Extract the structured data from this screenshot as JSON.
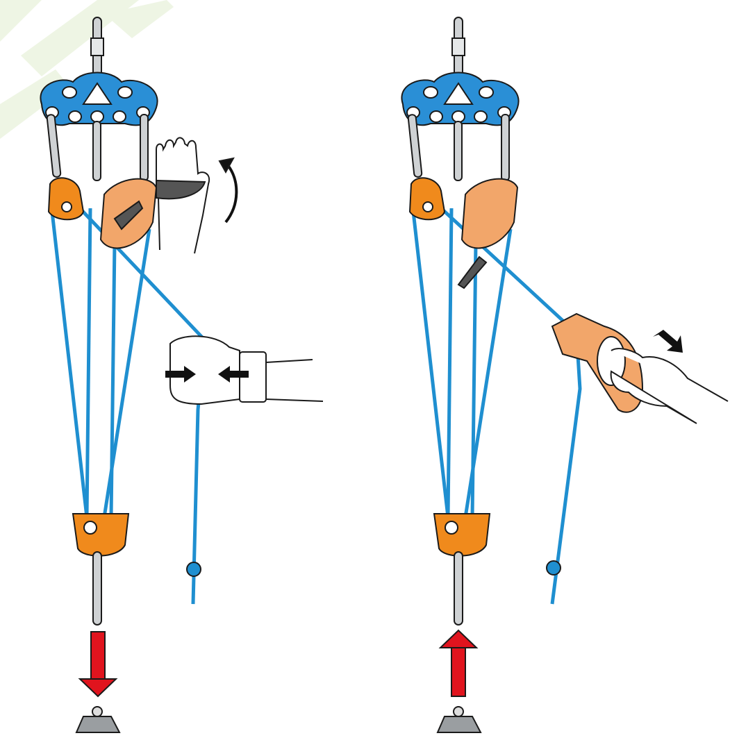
{
  "colors": {
    "rope": "#1f8fd0",
    "plate": "#2a8fd6",
    "pulley": "#f08a1c",
    "device": "#f2a66a",
    "arrow_red": "#e0141e",
    "steel": "#cfd2d4",
    "outline": "#1a1a1a",
    "watermark": "#eef5e4"
  },
  "panels": [
    {
      "id": "release",
      "load_direction": "down"
    },
    {
      "id": "haul",
      "load_direction": "up"
    }
  ]
}
